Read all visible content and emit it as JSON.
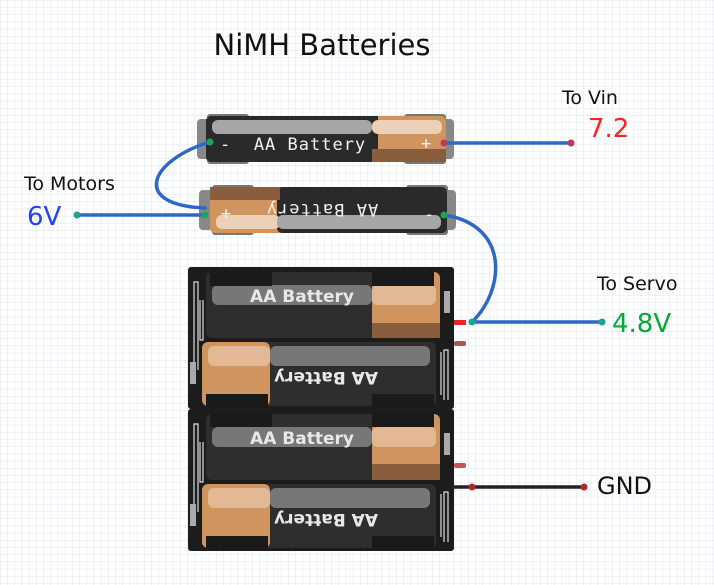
{
  "title": "NiMH Batteries",
  "labels": {
    "to_vin": "To Vin",
    "vin_value": "7.2",
    "to_motors": "To Motors",
    "motors_value": "6V",
    "to_servo": "To Servo",
    "servo_value": "4.8V",
    "gnd": "GND"
  },
  "colors": {
    "vin": "#ff2020",
    "motors": "#2244ee",
    "servo": "#00aa33",
    "wire_blue": "#2d68c4",
    "wire_black": "#222222",
    "battery_copper": "#d0945e",
    "battery_black": "#2a2a2a",
    "grid": "#dde3ec"
  },
  "single_batteries": [
    {
      "label": "AA Battery",
      "neg_symbol": "-",
      "pos_symbol": "+",
      "orientation": "normal"
    },
    {
      "label": "AA Battery",
      "neg_symbol": "-",
      "pos_symbol": "+",
      "orientation": "flipped"
    }
  ],
  "holders": [
    {
      "cells": [
        {
          "label": "AA Battery",
          "orientation": "normal"
        },
        {
          "label": "AA Battery",
          "orientation": "flipped"
        }
      ]
    },
    {
      "cells": [
        {
          "label": "AA Battery",
          "orientation": "normal"
        },
        {
          "label": "AA Battery",
          "orientation": "flipped"
        }
      ]
    }
  ]
}
